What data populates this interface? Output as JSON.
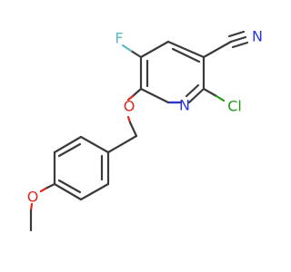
{
  "molecule": {
    "atom_labels": {
      "fluorine": "F",
      "nitrile_n": "N",
      "ring_n": "N",
      "chlorine": "Cl",
      "ether_o": "O",
      "methoxy_o": "O"
    },
    "colors": {
      "bond": "#3a3a3a",
      "nitrogen": "#2a36d8",
      "oxygen": "#e0281e",
      "chlorine": "#1f9a18",
      "fluorine": "#5ab8c4"
    }
  }
}
